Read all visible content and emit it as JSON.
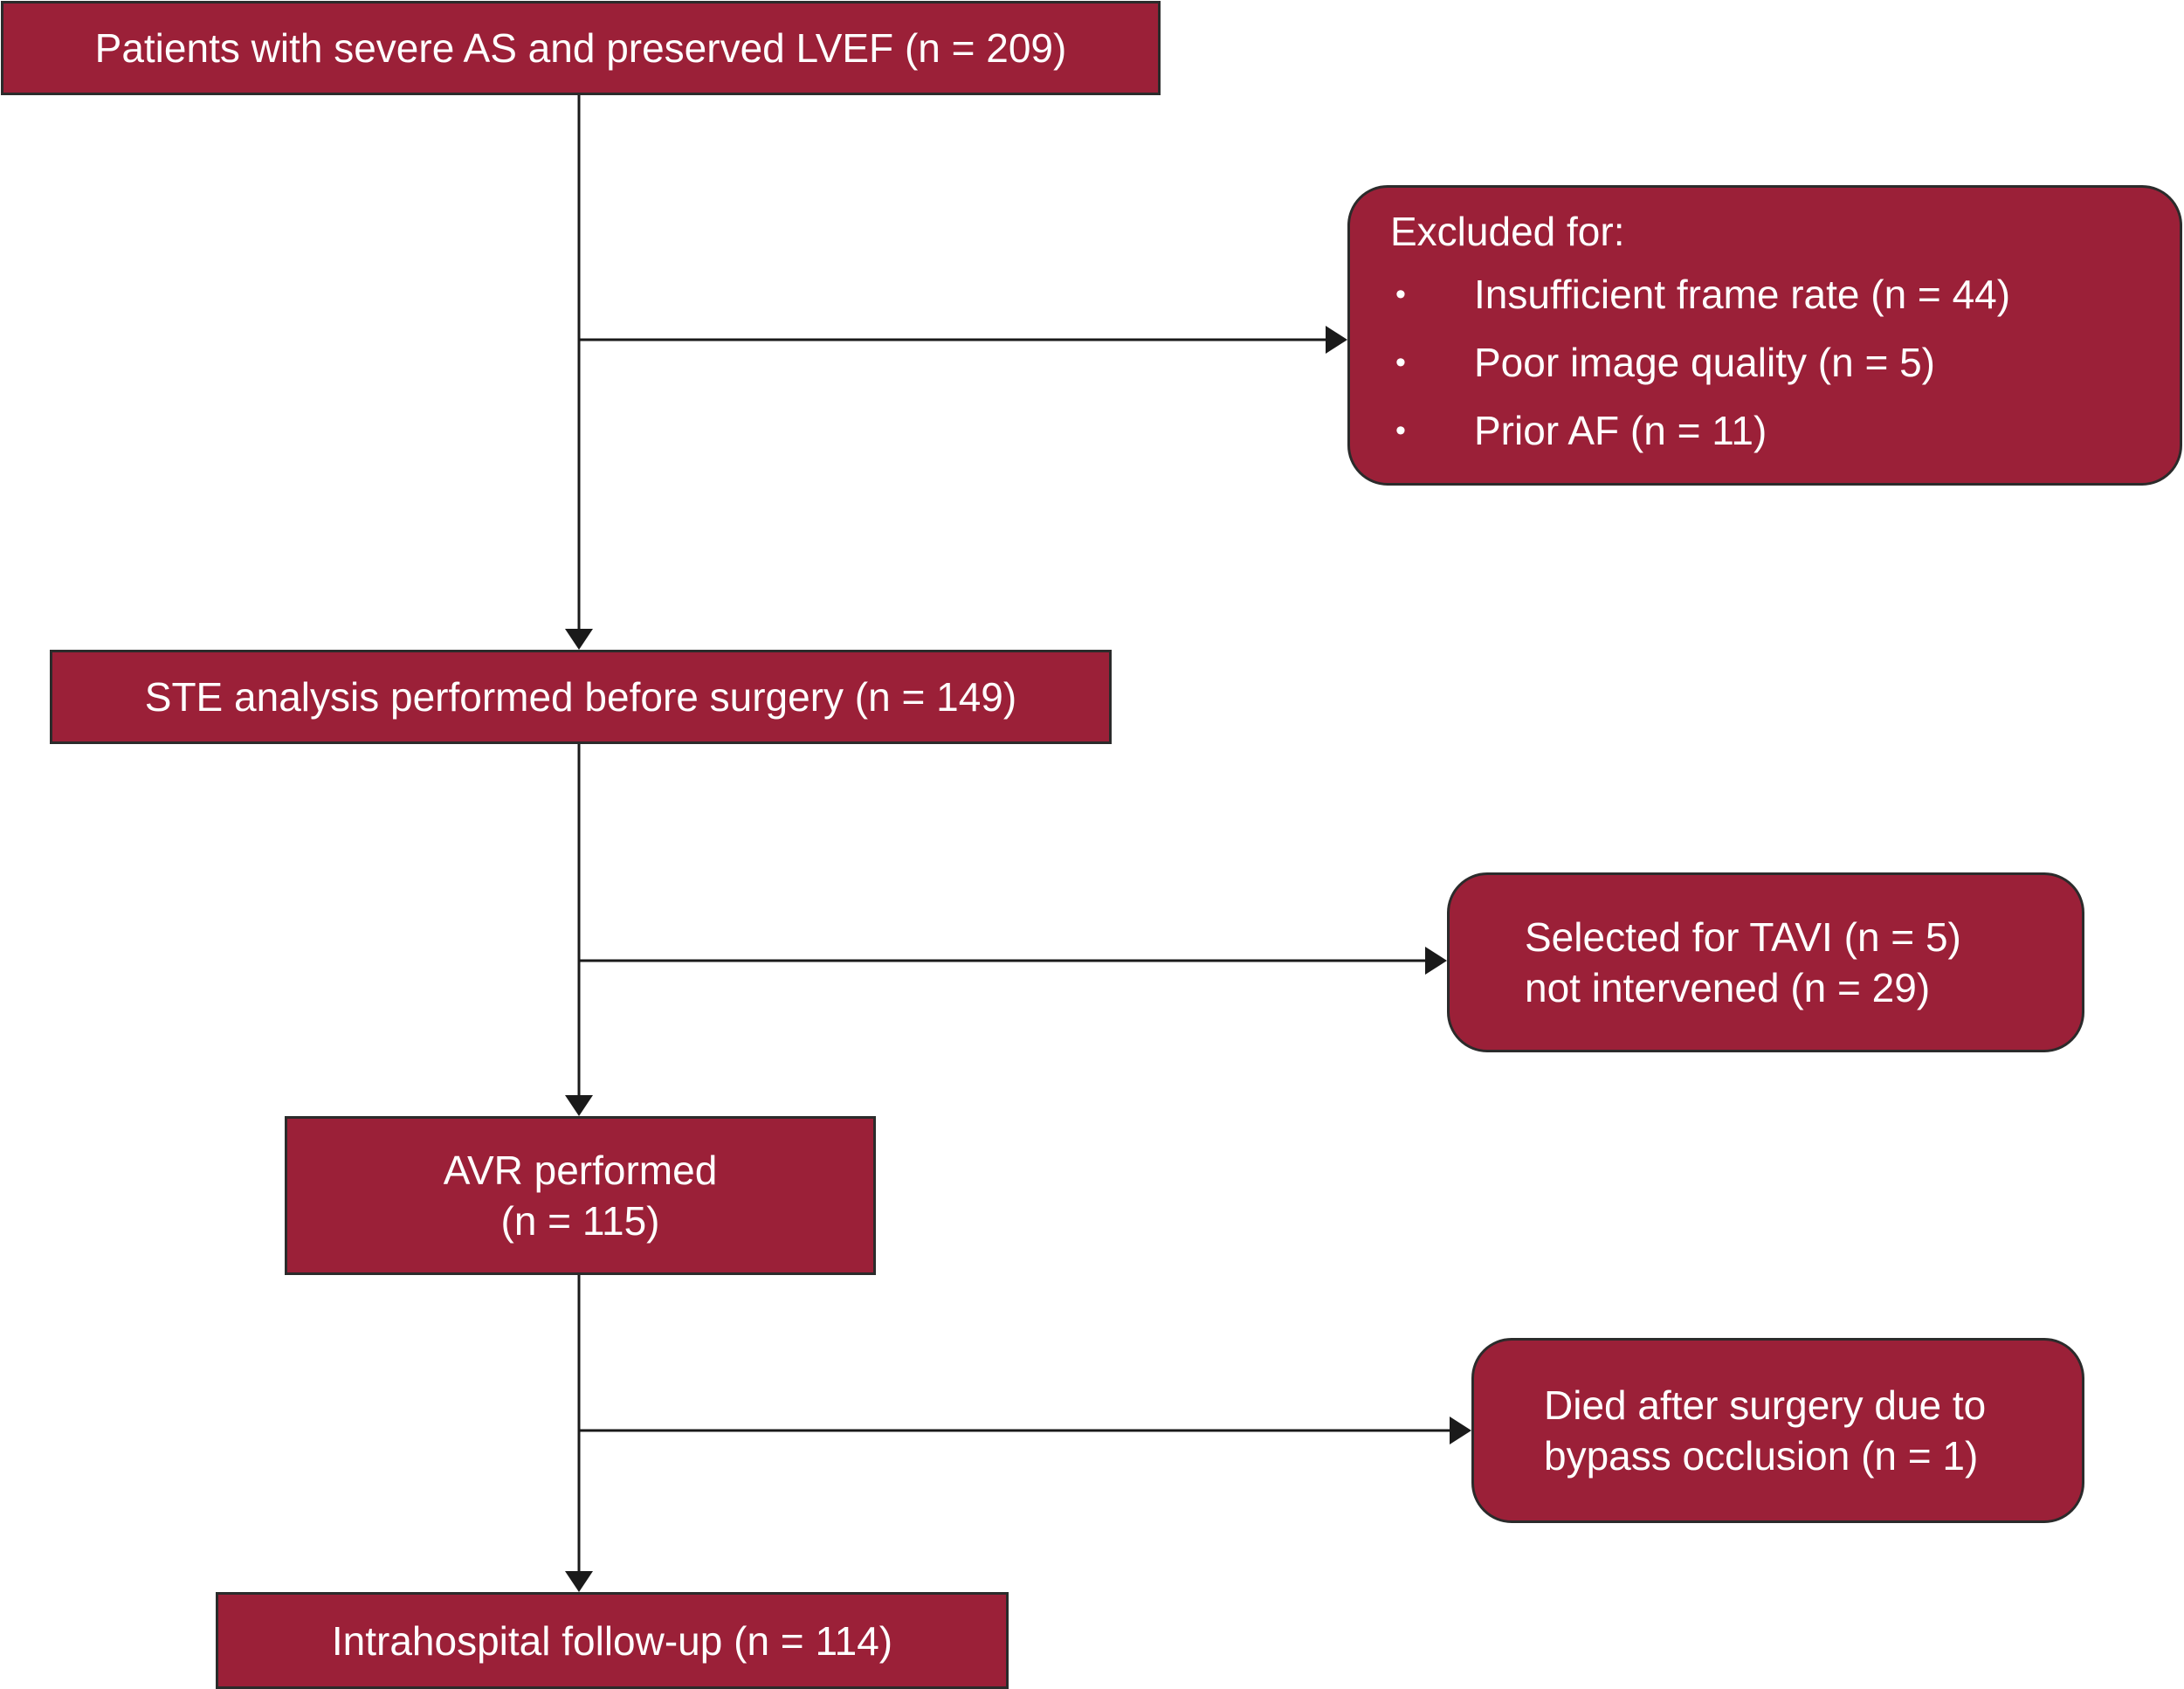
{
  "flowchart": {
    "colors": {
      "box_fill": "#9b2038",
      "box_border": "#2b2b2b",
      "box_text": "#ffffff",
      "connector": "#1a1a1a"
    },
    "start": {
      "text": "Patients with severe AS and preserved LVEF (n = 209)"
    },
    "exclusions": {
      "heading": "Excluded for:",
      "items": [
        "Insufficient frame rate (n = 44)",
        "Poor image quality (n = 5)",
        "Prior AF (n = 11)"
      ]
    },
    "ste": {
      "text": "STE analysis performed before surgery (n = 149)"
    },
    "not_avr": {
      "lines": [
        "Selected for TAVI (n = 5)",
        "not intervened (n = 29)"
      ]
    },
    "avr": {
      "lines": [
        "AVR performed",
        "(n = 115)"
      ]
    },
    "died": {
      "lines": [
        "Died after surgery due to",
        "bypass occlusion (n = 1)"
      ]
    },
    "follow_up": {
      "text": "Intrahospital follow-up (n = 114)"
    }
  }
}
